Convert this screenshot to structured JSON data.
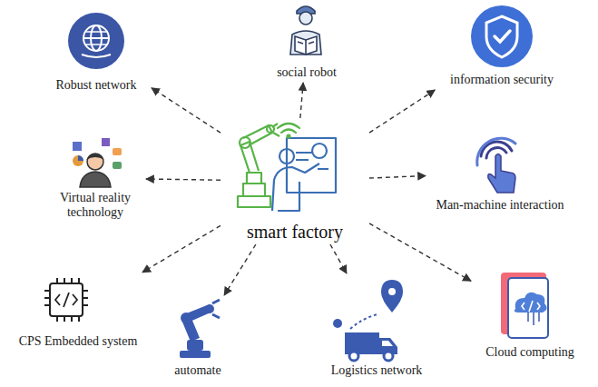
{
  "diagram": {
    "nodes": [
      {
        "text": [
          "Robust network"
        ]
      },
      {
        "text": [
          "social robot"
        ]
      },
      {
        "text": [
          "information security"
        ]
      },
      {
        "text": [
          "Virtual reality technology"
        ]
      },
      {
        "text": [
          "smart factory"
        ]
      },
      {
        "text": [
          "Man-machine interaction"
        ]
      },
      {
        "text": [
          "CPS Embedded system"
        ]
      },
      {
        "text": [
          "automate"
        ]
      },
      {
        "text": [
          "Logistics network"
        ]
      },
      {
        "text": [
          "Cloud computing"
        ]
      }
    ],
    "edges": [
      {
        "from": 4,
        "to": 0,
        "arrow": "to"
      },
      {
        "from": 4,
        "to": 1,
        "arrow": "to"
      },
      {
        "from": 4,
        "to": 2,
        "arrow": "to"
      },
      {
        "from": 4,
        "to": 3,
        "arrow": "to"
      },
      {
        "from": 4,
        "to": 5,
        "arrow": "to"
      },
      {
        "from": 4,
        "to": 6,
        "arrow": "to"
      },
      {
        "from": 4,
        "to": 7,
        "arrow": "to"
      },
      {
        "from": 4,
        "to": 8,
        "arrow": "to"
      },
      {
        "from": 4,
        "to": 9,
        "arrow": "to"
      }
    ]
  }
}
